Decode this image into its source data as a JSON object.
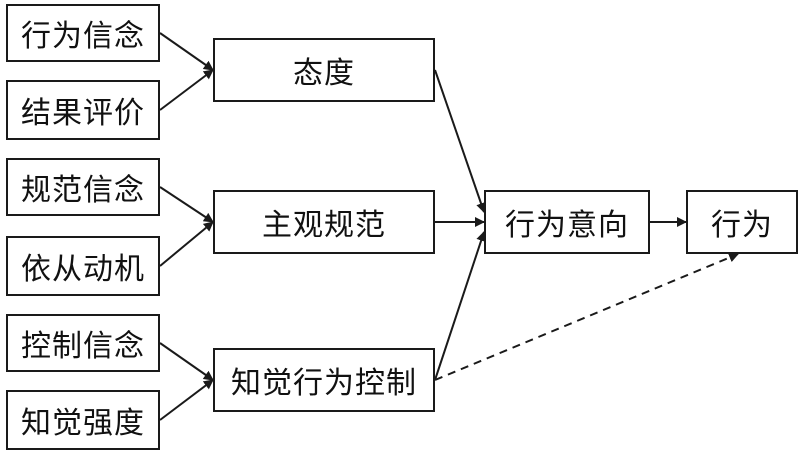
{
  "colors": {
    "line": "#1a1a1a",
    "box_border": "#1a1a1a",
    "box_fill": "#ffffff",
    "text": "#111111"
  },
  "nodes": {
    "behavior_beliefs": "行为信念",
    "outcome_evaluations": "结果评价",
    "normative_beliefs": "规范信念",
    "motivation_to_comply": "依从动机",
    "control_beliefs": "控制信念",
    "perceived_power": "知觉强度",
    "attitude": "态度",
    "subjective_norm": "主观规范",
    "perceived_behavioral_control": "知觉行为控制",
    "intention": "行为意向",
    "behavior": "行为"
  },
  "edges": [
    {
      "from": "behavior_beliefs",
      "to": "attitude",
      "style": "solid"
    },
    {
      "from": "outcome_evaluations",
      "to": "attitude",
      "style": "solid"
    },
    {
      "from": "normative_beliefs",
      "to": "subjective_norm",
      "style": "solid"
    },
    {
      "from": "motivation_to_comply",
      "to": "subjective_norm",
      "style": "solid"
    },
    {
      "from": "control_beliefs",
      "to": "perceived_behavioral_control",
      "style": "solid"
    },
    {
      "from": "perceived_power",
      "to": "perceived_behavioral_control",
      "style": "solid"
    },
    {
      "from": "attitude",
      "to": "intention",
      "style": "solid"
    },
    {
      "from": "subjective_norm",
      "to": "intention",
      "style": "solid"
    },
    {
      "from": "perceived_behavioral_control",
      "to": "intention",
      "style": "solid"
    },
    {
      "from": "intention",
      "to": "behavior",
      "style": "solid"
    },
    {
      "from": "perceived_behavioral_control",
      "to": "behavior",
      "style": "dashed"
    }
  ]
}
